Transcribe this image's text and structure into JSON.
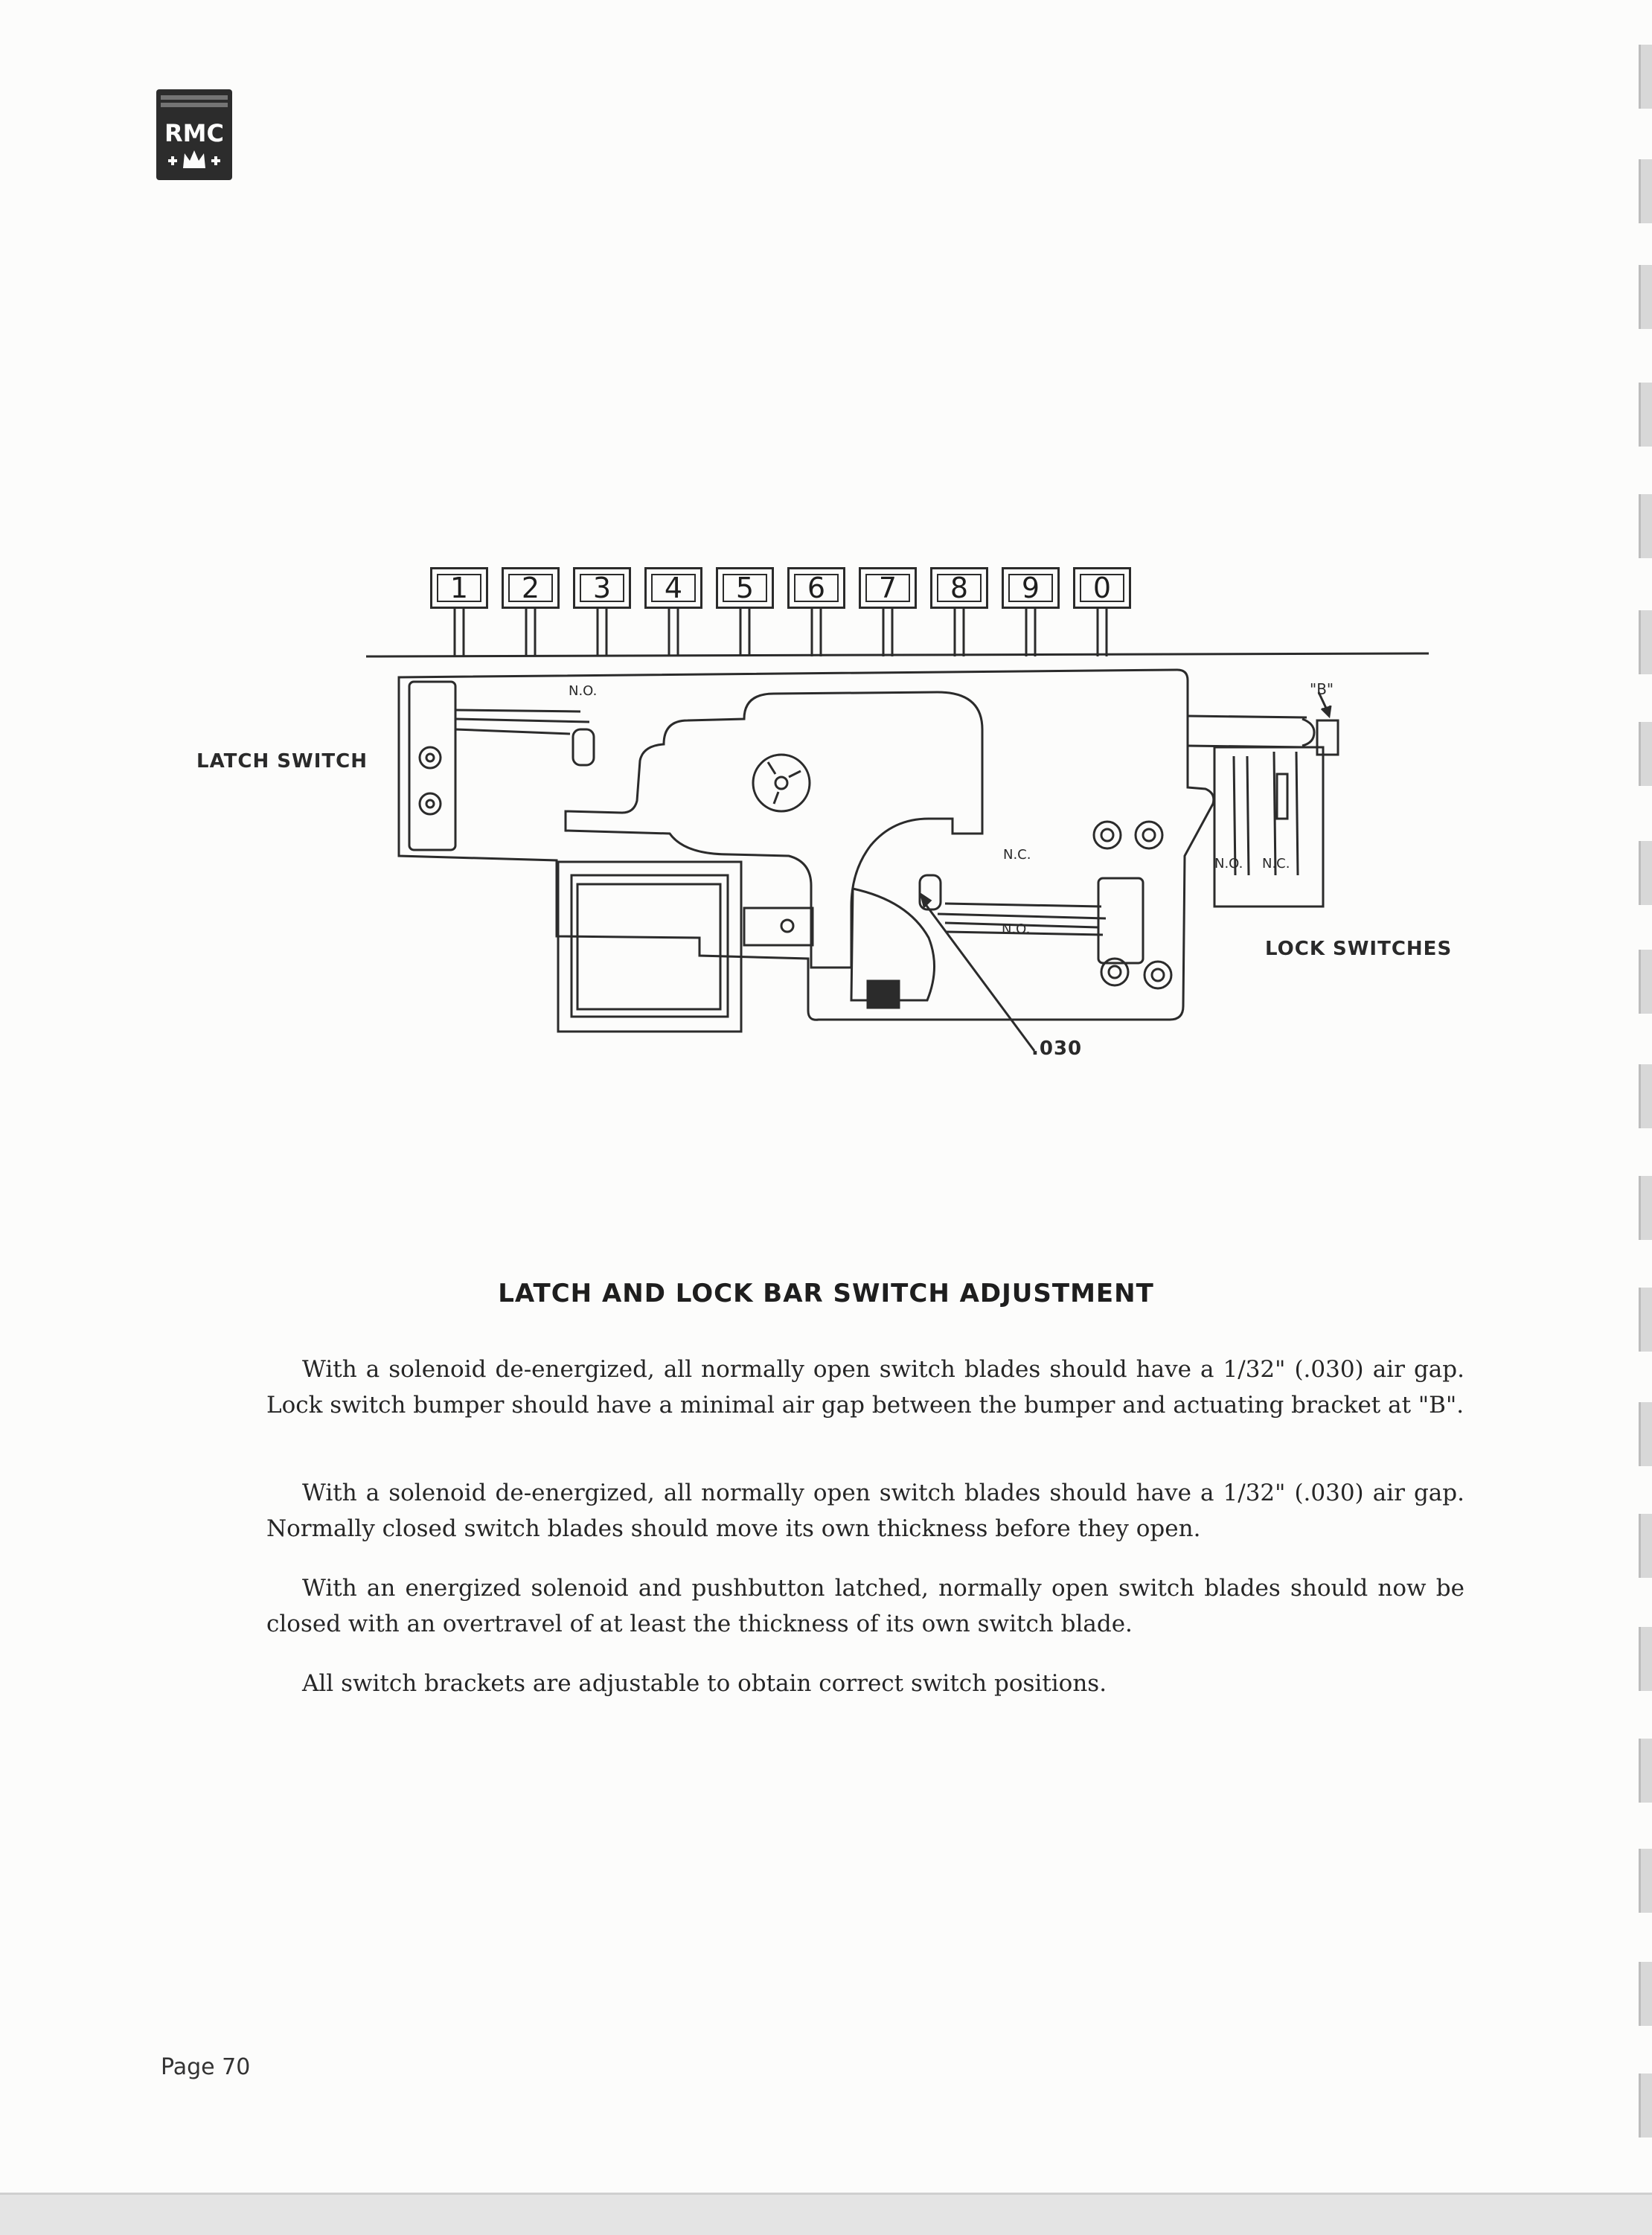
{
  "logo": {
    "text": "RMC",
    "emblem": "crown-icon"
  },
  "diagram": {
    "buttons": [
      "1",
      "2",
      "3",
      "4",
      "5",
      "6",
      "7",
      "8",
      "9",
      "0"
    ],
    "labels": {
      "latch_switch": "LATCH SWITCH",
      "lock_switches": "LOCK SWITCHES",
      "no_top": "N.O.",
      "b_marker": "\"B\"",
      "nc_center": "N.C.",
      "no_center": "N.O.",
      "no_right": "N.O.",
      "nc_right": "N.C.",
      "gap": ".030"
    }
  },
  "title": "LATCH AND LOCK BAR SWITCH ADJUSTMENT",
  "paragraphs": [
    "With a solenoid de-energized, all normally open switch blades should have a 1/32\" (.030) air gap. Lock switch bumper should have a minimal air gap between the bumper and actuating bracket at \"B\".",
    "With a solenoid de-energized, all normally open switch blades should have a 1/32\" (.030) air gap. Normally closed switch blades should move its own thickness before they open.",
    "With an energized solenoid and pushbutton latched, normally open switch blades should now be closed with an overtravel of at least the thickness of its own switch blade.",
    "All switch brackets are adjustable to obtain correct switch positions."
  ],
  "page_number": "Page 70"
}
